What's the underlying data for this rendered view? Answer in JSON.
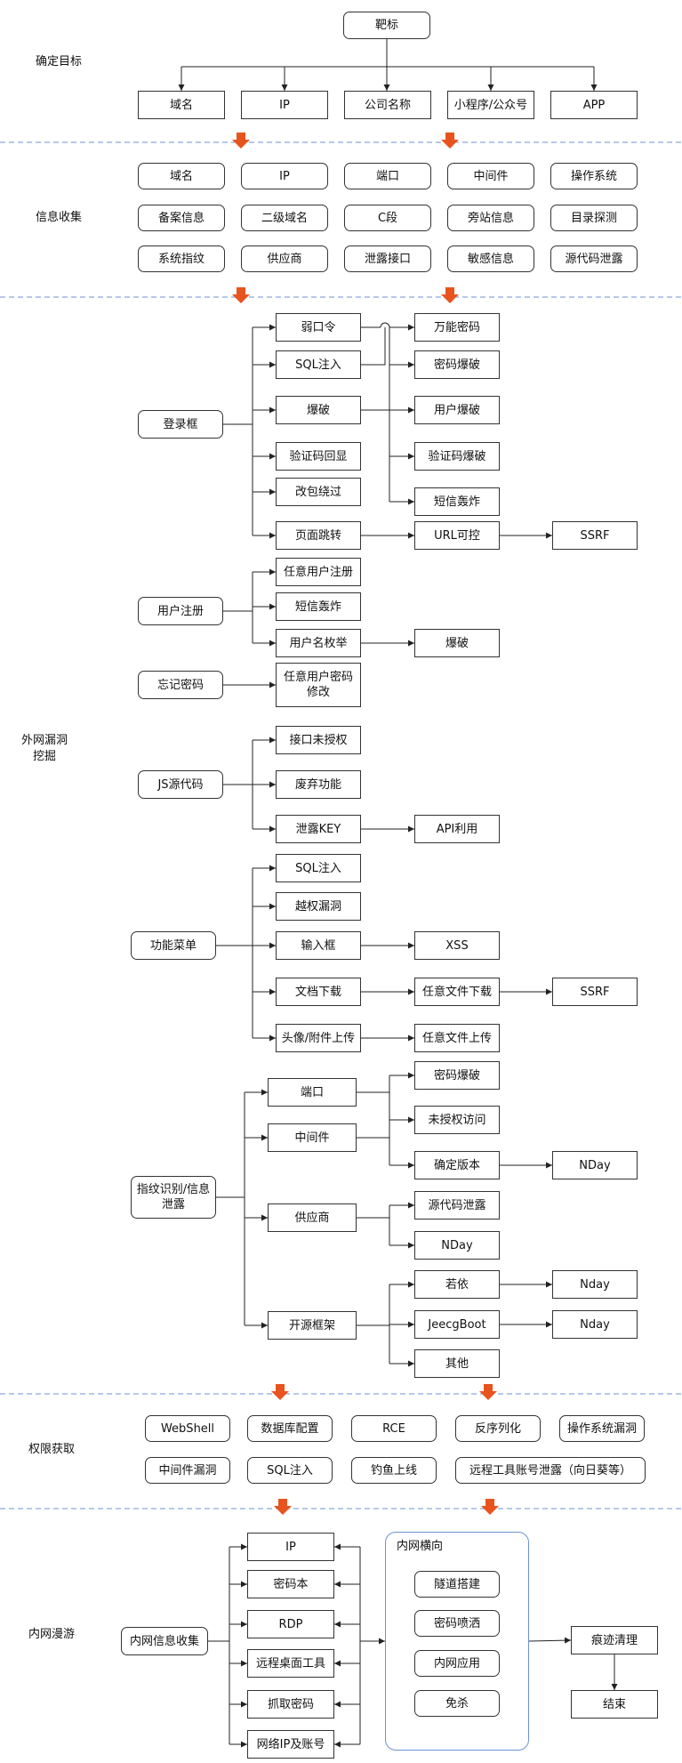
{
  "colors": {
    "separator": "#6b93d6",
    "arrow": "#e8541e",
    "line": "#222222",
    "group_border": "#6b93d6"
  },
  "sections": {
    "target": "确定目标",
    "info": "信息收集",
    "external": "外网漏洞\n挖掘",
    "privilege": "权限获取",
    "intranet": "内网漫游"
  },
  "target": {
    "root": "靶标",
    "items": [
      "域名",
      "IP",
      "公司名称",
      "小程序/公众号",
      "APP"
    ]
  },
  "info_collection": {
    "rows": [
      [
        "域名",
        "IP",
        "端口",
        "中间件",
        "操作系统"
      ],
      [
        "备案信息",
        "二级域名",
        "C段",
        "旁站信息",
        "目录探测"
      ],
      [
        "系统指纹",
        "供应商",
        "泄露接口",
        "敏感信息",
        "源代码泄露"
      ]
    ]
  },
  "login": {
    "root": "登录框",
    "weak_password": "弱口令",
    "sqli": "SQL注入",
    "bruteforce": "爆破",
    "captcha_echo": "验证码回显",
    "packet_bypass": "改包绕过",
    "page_redirect": "页面跳转",
    "universal_password": "万能密码",
    "password_crack": "密码爆破",
    "user_crack": "用户爆破",
    "captcha_crack": "验证码爆破",
    "sms_bomb": "短信轰炸",
    "url_control": "URL可控",
    "ssrf": "SSRF"
  },
  "register": {
    "root": "用户注册",
    "any_register": "任意用户注册",
    "sms_bomb": "短信轰炸",
    "enum": "用户名枚举",
    "crack": "爆破"
  },
  "forgot": {
    "root": "忘记密码",
    "reset": "任意用户密码修改"
  },
  "js": {
    "root": "JS源代码",
    "unauth_api": "接口未授权",
    "deprecated": "废弃功能",
    "leak_key": "泄露KEY",
    "api_use": "API利用"
  },
  "menu": {
    "root": "功能菜单",
    "sqli": "SQL注入",
    "privesc": "越权漏洞",
    "input": "输入框",
    "xss": "XSS",
    "download": "文档下载",
    "any_download": "任意文件下载",
    "ssrf": "SSRF",
    "upload": "头像/附件上传",
    "any_upload": "任意文件上传"
  },
  "fingerprint": {
    "root": "指纹识别/信息泄露",
    "port": "端口",
    "middleware": "中间件",
    "vendor": "供应商",
    "framework": "开源框架",
    "pwd_crack": "密码爆破",
    "unauth": "未授权访问",
    "version": "确定版本",
    "nday1": "NDay",
    "source_leak": "源代码泄露",
    "nday2": "NDay",
    "ruoyi": "若依",
    "nday3": "Nday",
    "jeecg": "JeecgBoot",
    "nday4": "Nday",
    "other": "其他"
  },
  "privilege": {
    "row1": [
      "WebShell",
      "数据库配置",
      "RCE",
      "反序列化",
      "操作系统漏洞"
    ],
    "row2": [
      "中间件漏洞",
      "SQL注入",
      "钓鱼上线",
      "远程工具账号泄露（向日葵等）"
    ]
  },
  "intranet": {
    "collect": "内网信息收集",
    "items": [
      "IP",
      "密码本",
      "RDP",
      "远程桌面工具",
      "抓取密码",
      "网络IP及账号"
    ],
    "lateral_title": "内网横向",
    "lateral": [
      "隧道搭建",
      "密码喷洒",
      "内网应用",
      "免杀"
    ],
    "cleanup": "痕迹清理",
    "end": "结束"
  }
}
